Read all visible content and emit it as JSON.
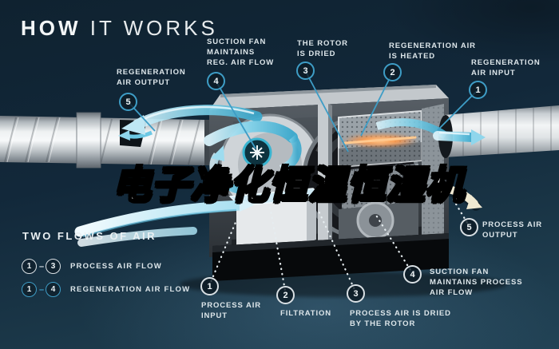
{
  "title": {
    "bold": "HOW",
    "light": "IT WORKS"
  },
  "watermark": {
    "text": "电子净化恒温恒湿机"
  },
  "legend": {
    "title": "TWO FLOWS OF AIR",
    "dash": "–",
    "rows": [
      {
        "from": "1",
        "to": "3",
        "label": "PROCESS AIR FLOW",
        "style": "white"
      },
      {
        "from": "1",
        "to": "4",
        "label": "REGENERATION AIR FLOW",
        "style": "blue"
      }
    ]
  },
  "callouts": {
    "regeneration": [
      {
        "num": "1",
        "label": "REGENERATION\nAIR INPUT"
      },
      {
        "num": "2",
        "label": "REGENERATION AIR\nIS HEATED"
      },
      {
        "num": "3",
        "label": "THE ROTOR\nIS DRIED"
      },
      {
        "num": "4",
        "label": "SUCTION FAN\nMAINTAINS\nREG. AIR FLOW"
      },
      {
        "num": "5",
        "label": "REGENERATION\nAIR OUTPUT"
      }
    ],
    "process": [
      {
        "num": "1",
        "label": "PROCESS AIR\nINPUT"
      },
      {
        "num": "2",
        "label": "FILTRATION"
      },
      {
        "num": "3",
        "label": "PROCESS AIR IS DRIED\nBY THE ROTOR"
      },
      {
        "num": "4",
        "label": "SUCTION FAN\nMAINTAINS PROCESS\nAIR FLOW"
      },
      {
        "num": "5",
        "label": "PROCESS AIR\nOUTPUT"
      }
    ]
  },
  "colors": {
    "background": "#122837",
    "accent_blue": "#3e9dc6",
    "label_text": "#dde6ea",
    "dotted_white": "#e6edf0",
    "flow_cyan": "#7fd0e8",
    "heater_orange": "#ff9a4a",
    "watermark_fill": "#ffffff",
    "watermark_outline": "#000000"
  }
}
